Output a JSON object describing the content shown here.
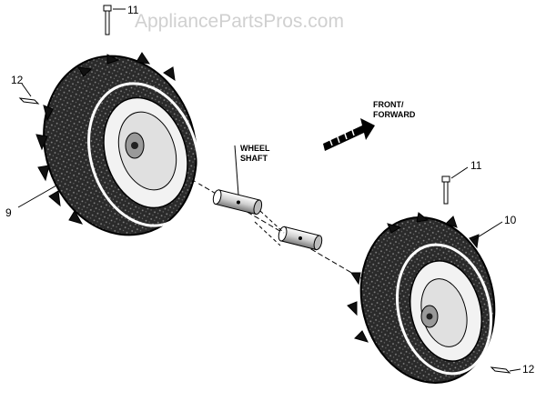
{
  "watermark": "AppliancePartsPros.com",
  "labels": {
    "front_line1": "FRONT/",
    "front_line2": "FORWARD",
    "shaft_line1": "WHEEL",
    "shaft_line2": "SHAFT"
  },
  "callouts": {
    "pin_left": "11",
    "clip_left": "12",
    "wheel_left": "9",
    "pin_right": "11",
    "wheel_right": "10",
    "clip_right": "12"
  }
}
